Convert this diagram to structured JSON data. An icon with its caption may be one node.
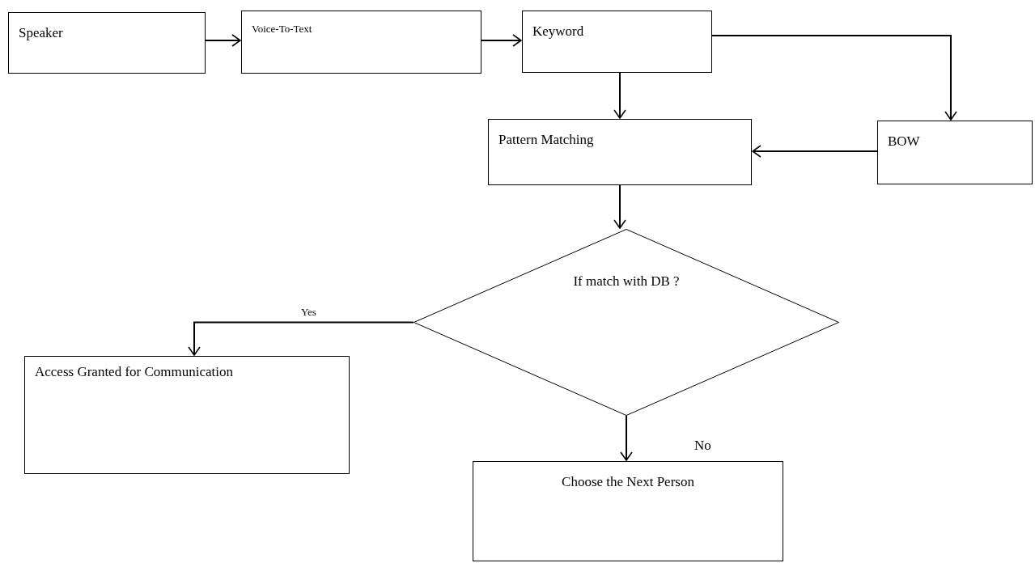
{
  "diagram": {
    "nodes": [
      {
        "text": [
          "Speaker"
        ]
      },
      {
        "text": [
          "Voice-To-Text"
        ]
      },
      {
        "text": [
          "Keyword"
        ]
      },
      {
        "text": [
          "Pattern Matching"
        ]
      },
      {
        "text": [
          "BOW"
        ]
      },
      {
        "text": [
          "If match with DB ?"
        ]
      },
      {
        "text": [
          "Access Granted for Communication"
        ]
      },
      {
        "text": [
          "Choose the Next Person"
        ]
      }
    ],
    "edges": [
      {
        "from": 0,
        "to": 1,
        "arrow": "to"
      },
      {
        "from": 1,
        "to": 2,
        "arrow": "to"
      },
      {
        "from": 2,
        "to": 3,
        "arrow": "to"
      },
      {
        "from": 2,
        "to": 4,
        "arrow": "to"
      },
      {
        "from": 4,
        "to": 3,
        "arrow": "to"
      },
      {
        "from": 3,
        "to": 5,
        "arrow": "to"
      },
      {
        "from": 5,
        "to": 6,
        "arrow": "to",
        "label": "Yes"
      },
      {
        "from": 5,
        "to": 7,
        "arrow": "to",
        "label": "No"
      }
    ]
  }
}
